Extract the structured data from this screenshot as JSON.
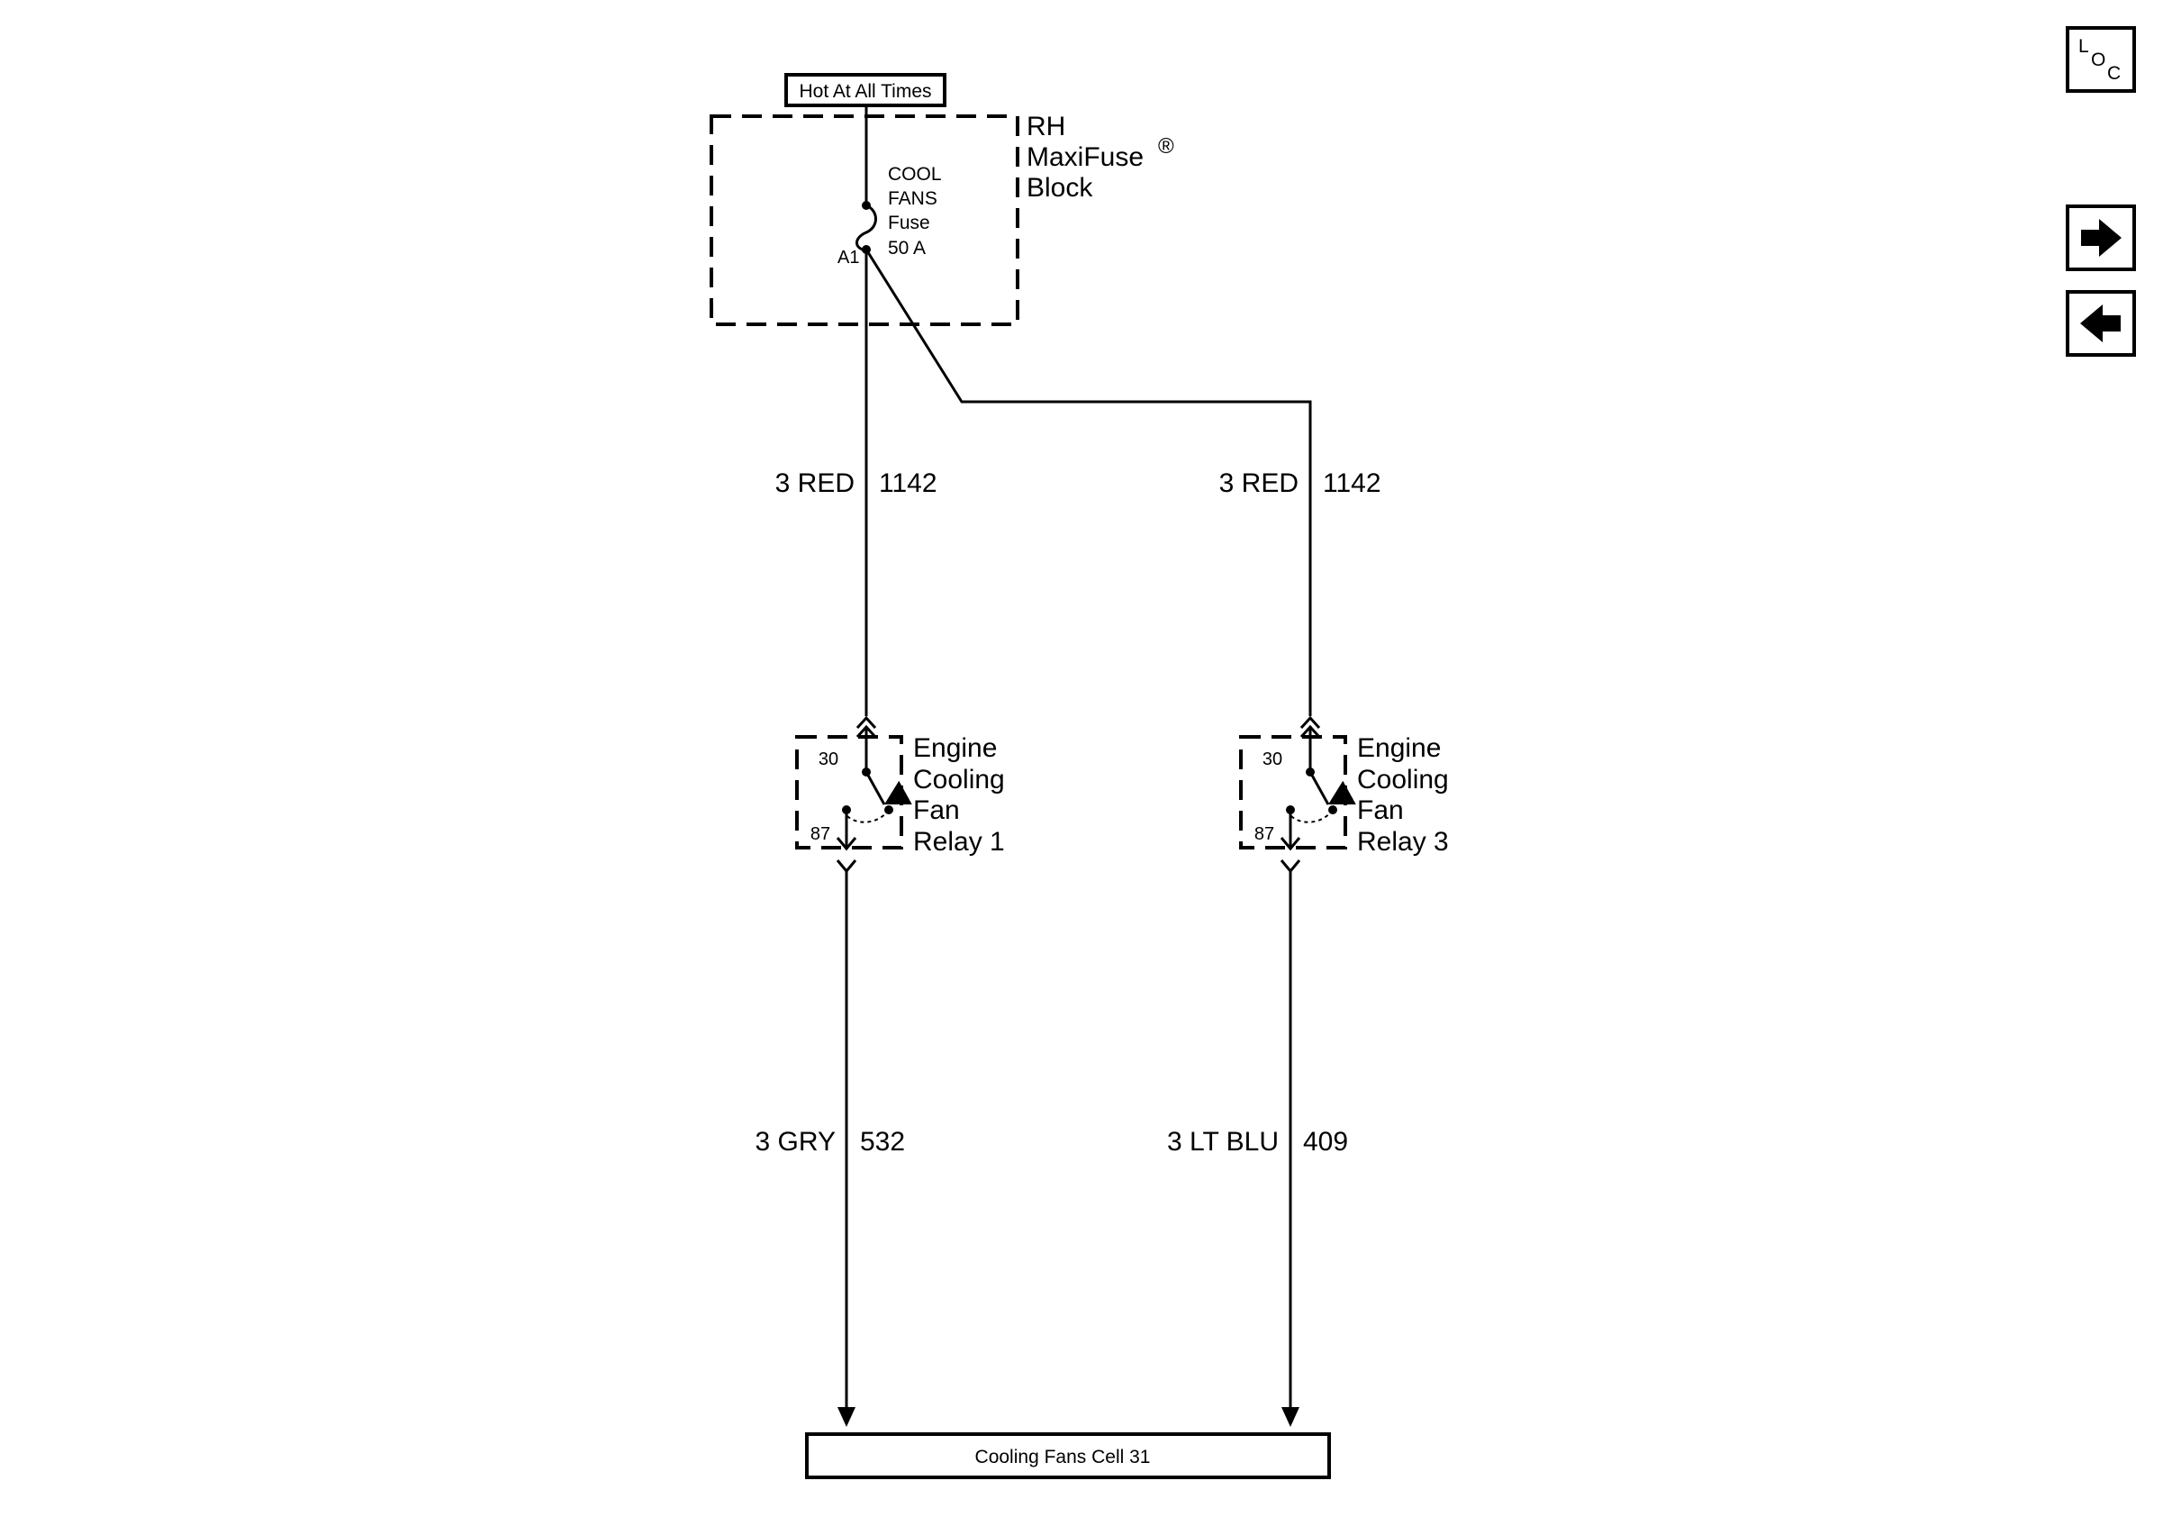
{
  "power_source": {
    "label": "Hot At All Times"
  },
  "fuse_block": {
    "name_line1": "RH",
    "name_line2": "MaxiFuse",
    "name_mark": "®",
    "name_line3": "Block",
    "fuse_line1": "COOL",
    "fuse_line2": "FANS",
    "fuse_line3": "Fuse",
    "fuse_line4": "50 A",
    "terminal": "A1"
  },
  "wires": {
    "left_upper": {
      "gauge_color": "3 RED",
      "circuit": "1142"
    },
    "right_upper": {
      "gauge_color": "3 RED",
      "circuit": "1142"
    },
    "left_lower": {
      "gauge_color": "3 GRY",
      "circuit": "532"
    },
    "right_lower": {
      "gauge_color": "3 LT BLU",
      "circuit": "409"
    }
  },
  "relays": [
    {
      "line1": "Engine",
      "line2": "Cooling",
      "line3": "Fan",
      "line4": "Relay 1",
      "pin_in": "30",
      "pin_out": "87"
    },
    {
      "line1": "Engine",
      "line2": "Cooling",
      "line3": "Fan",
      "line4": "Relay 3",
      "pin_in": "30",
      "pin_out": "87"
    }
  ],
  "destination": {
    "label": "Cooling Fans Cell 31"
  },
  "nav": {
    "loc_l": "L",
    "loc_o": "O",
    "loc_c": "C",
    "forward_icon": "arrow-right-icon",
    "back_icon": "arrow-left-icon"
  }
}
